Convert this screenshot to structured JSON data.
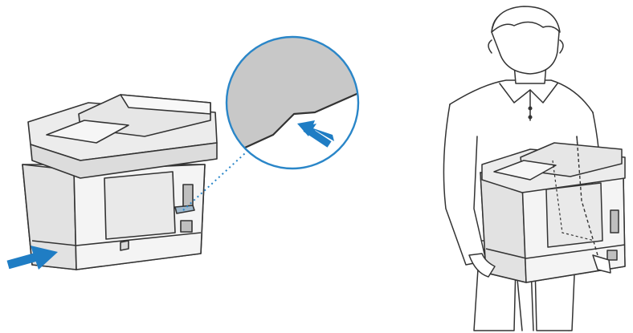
{
  "illustration": {
    "panels": [
      {
        "name": "handle-location-panel",
        "callout": "recessed-handle-detail"
      },
      {
        "name": "carrying-posture-panel",
        "subject": "person-carrying-printer"
      }
    ],
    "icons": [
      "front-arrow-icon",
      "detail-arrow-icon"
    ],
    "colors": {
      "outline": "#333333",
      "body": "#f0f0f0",
      "body_shade": "#d9d9d9",
      "body_dark": "#bfbfbf",
      "callout_ring": "#2a86c8",
      "callout_fill": "#c8c8c8",
      "arrow": "#1f7dc4"
    }
  }
}
